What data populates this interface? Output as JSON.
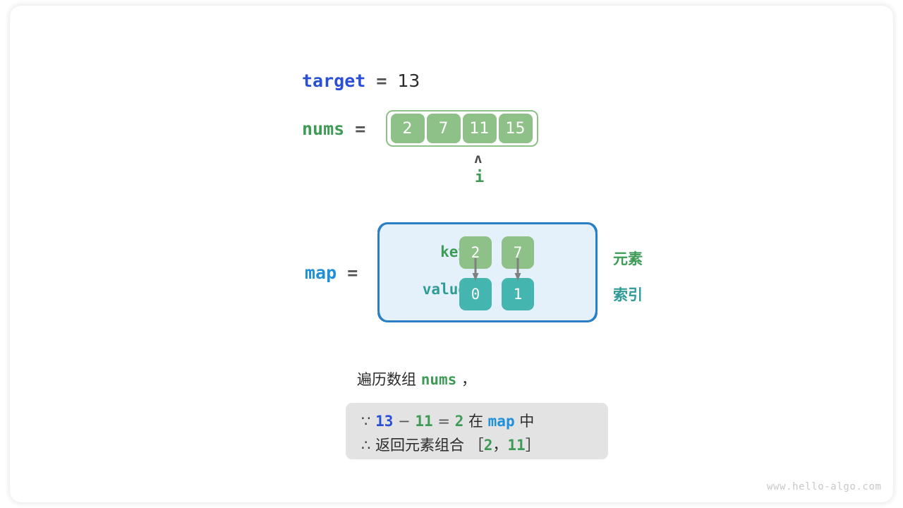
{
  "watermark": "www.hello-algo.com",
  "target": {
    "name": "target",
    "eq": "=",
    "value": "13"
  },
  "nums": {
    "name": "nums",
    "eq": "=",
    "cells": [
      "2",
      "7",
      "11",
      "15"
    ],
    "pointer": {
      "caret": "ʌ",
      "label": "i",
      "index": 2
    }
  },
  "map": {
    "name": "map",
    "eq": "=",
    "key_label": "key",
    "value_label": "value",
    "entries": [
      {
        "key": "2",
        "value": "0"
      },
      {
        "key": "7",
        "value": "1"
      }
    ],
    "legend_element": "元素",
    "legend_index": "索引"
  },
  "caption": {
    "prefix": "遍历数组",
    "var": "nums",
    "suffix": "，"
  },
  "conclusion": {
    "line1": {
      "sym": "∵",
      "a": "13",
      "minus": "−",
      "b": "11",
      "eq": "=",
      "c": "2",
      "mid": "在",
      "map": "map",
      "end": "中"
    },
    "line2": {
      "sym": "∴",
      "text": "返回元素组合",
      "lbracket": "［",
      "v1": "2",
      "comma": "，",
      "v2": "11",
      "rbracket": "］"
    }
  },
  "colors": {
    "array_green": "#8ec188",
    "value_teal": "#45b5b0",
    "map_bg": "#e4f0fa",
    "map_border": "#2a7fc4",
    "conclusion_bg": "#e3e3e3",
    "var_blue": "#2b4fd4",
    "var_lightblue": "#2090d8",
    "var_green": "#3e9b56"
  }
}
